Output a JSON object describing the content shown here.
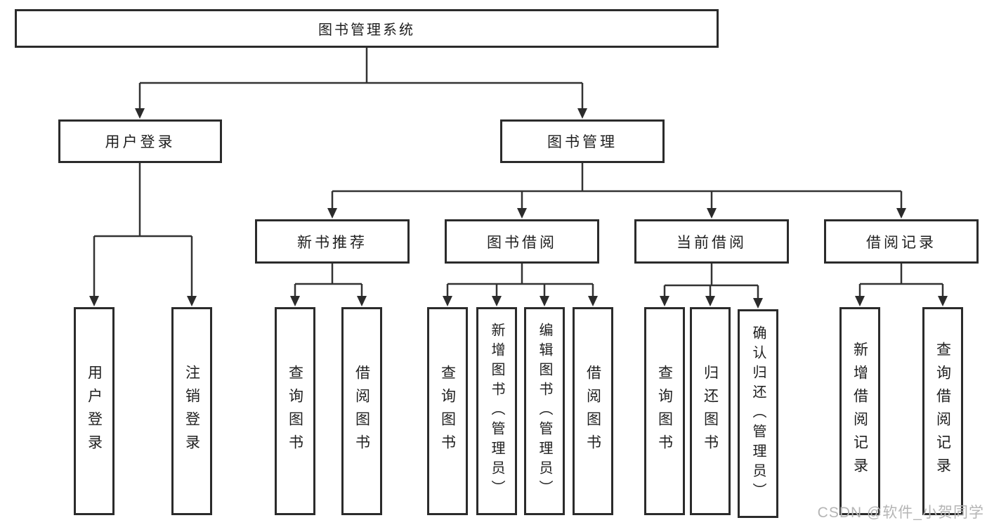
{
  "watermark": "CSDN @软件_小贺同学",
  "colors": {
    "background": "#ffffff",
    "box_border": "#2b2b2b",
    "connector_line": "#333333",
    "text": "#1f1f1f",
    "watermark_text": "#b5b5b5"
  },
  "tree": {
    "label": "图书管理系统",
    "children": [
      {
        "label": "用户登录",
        "children": [
          {
            "label": "用户登录"
          },
          {
            "label": "注销登录"
          }
        ]
      },
      {
        "label": "图书管理",
        "children": [
          {
            "label": "新书推荐",
            "children": [
              {
                "label": "查询图书"
              },
              {
                "label": "借阅图书"
              }
            ]
          },
          {
            "label": "图书借阅",
            "children": [
              {
                "label": "查询图书"
              },
              {
                "label": "新增图书（管理员）"
              },
              {
                "label": "编辑图书（管理员）"
              },
              {
                "label": "借阅图书"
              }
            ]
          },
          {
            "label": "当前借阅",
            "children": [
              {
                "label": "查询图书"
              },
              {
                "label": "归还图书"
              },
              {
                "label": "确认归还（管理员）"
              }
            ]
          },
          {
            "label": "借阅记录",
            "children": [
              {
                "label": "新增借阅记录"
              },
              {
                "label": "查询借阅记录"
              }
            ]
          }
        ]
      }
    ]
  }
}
